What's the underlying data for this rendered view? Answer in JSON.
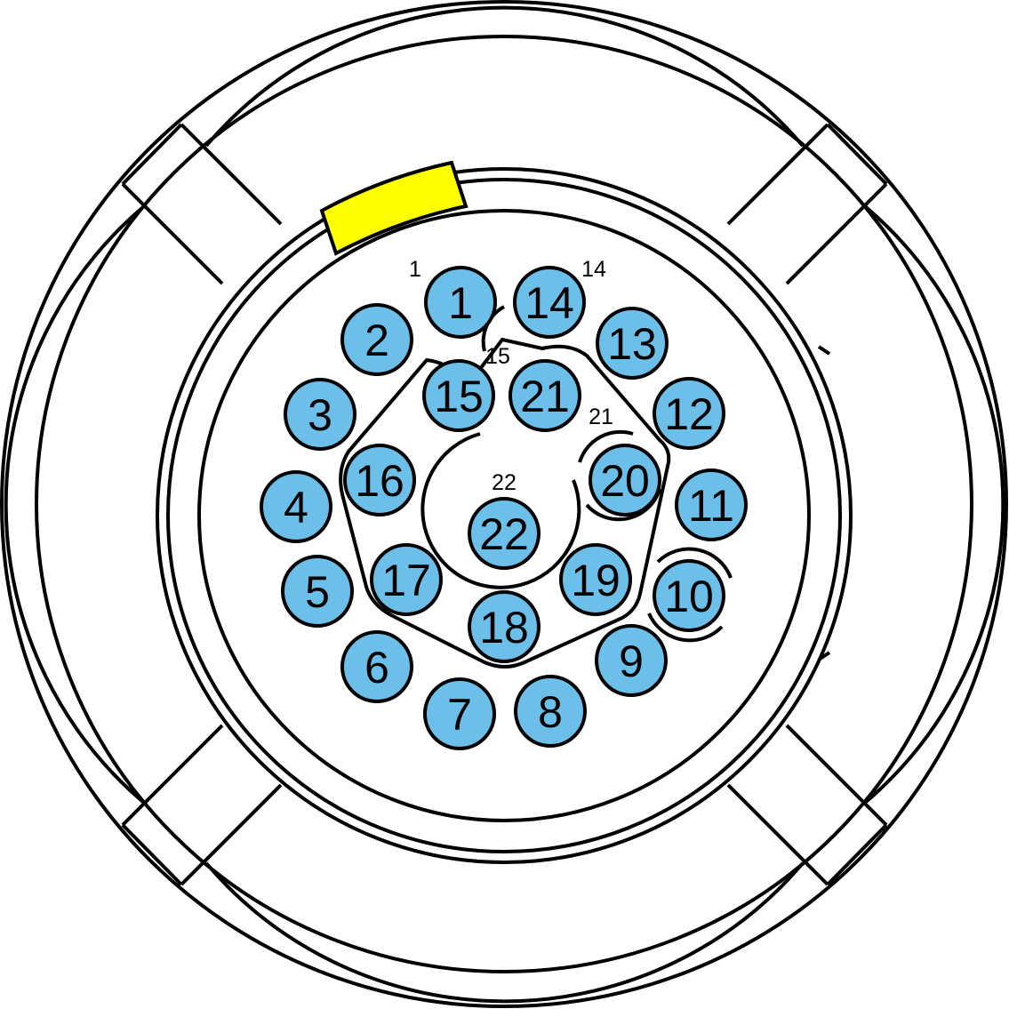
{
  "colors": {
    "pin_fill": "#6bbfe8",
    "key_fill": "#ffff00",
    "stroke": "#000000",
    "background": "#ffffff"
  },
  "pins": [
    {
      "label": "1"
    },
    {
      "label": "2"
    },
    {
      "label": "3"
    },
    {
      "label": "4"
    },
    {
      "label": "5"
    },
    {
      "label": "6"
    },
    {
      "label": "7"
    },
    {
      "label": "8"
    },
    {
      "label": "9"
    },
    {
      "label": "10"
    },
    {
      "label": "11"
    },
    {
      "label": "12"
    },
    {
      "label": "13"
    },
    {
      "label": "14"
    },
    {
      "label": "15"
    },
    {
      "label": "16"
    },
    {
      "label": "17"
    },
    {
      "label": "18"
    },
    {
      "label": "19"
    },
    {
      "label": "20"
    },
    {
      "label": "21"
    },
    {
      "label": "22"
    }
  ],
  "markers": [
    {
      "label": "1"
    },
    {
      "label": "14"
    },
    {
      "label": "15"
    },
    {
      "label": "21"
    },
    {
      "label": "22"
    }
  ]
}
